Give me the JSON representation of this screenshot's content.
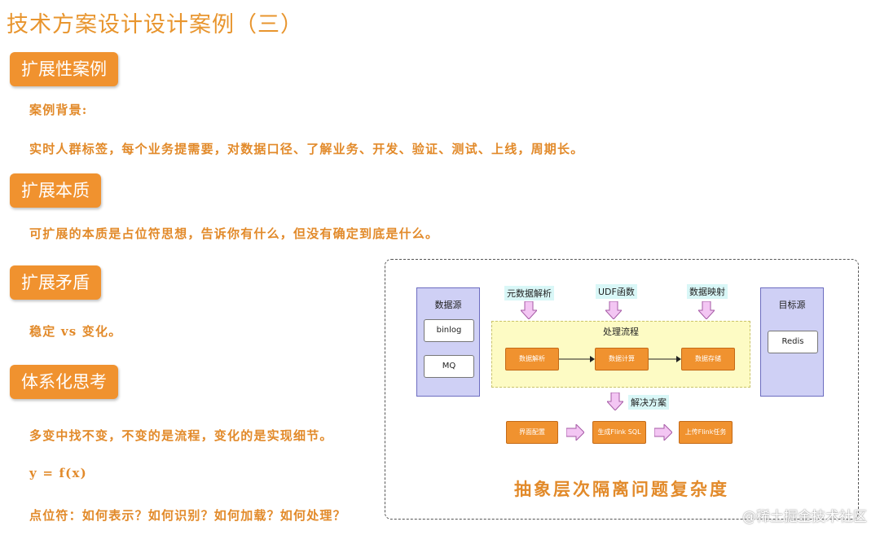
{
  "title": "技术方案设计设计案例（三）",
  "sections": {
    "scalability_case": {
      "label": "扩展性案例",
      "background_label": "案例背景:",
      "background_text": "实时人群标签，每个业务提需要，对数据口径、了解业务、开发、验证、测试、上线，周期长。"
    },
    "essence": {
      "label": "扩展本质",
      "text": "可扩展的本质是占位符思想，告诉你有什么，但没有确定到底是什么。"
    },
    "contradiction": {
      "label": "扩展矛盾",
      "text": "稳定 vs 变化。"
    },
    "systematic": {
      "label": "体系化思考",
      "line1": "多变中找不变，不变的是流程，变化的是实现细节。",
      "line2": "y = f(x)",
      "line3": "点位符：如何表示？如何识别？如何加载？如何处理？"
    }
  },
  "diagram": {
    "source": {
      "title": "数据源",
      "items": [
        "binlog",
        "MQ"
      ]
    },
    "target": {
      "title": "目标源",
      "items": [
        "Redis"
      ]
    },
    "top_labels": [
      "元数据解析",
      "UDF函数",
      "数据映射"
    ],
    "process": {
      "title": "处理流程",
      "steps": [
        "数据解析",
        "数据计算",
        "数据存储"
      ]
    },
    "solution_label": "解决方案",
    "solution_steps": [
      "界面配置",
      "生成Flink SQL",
      "上传Flink任务"
    ],
    "caption": "抽象层次隔离问题复杂度"
  },
  "watermark": "@稀土掘金技术社区",
  "colors": {
    "accent": "#f0922f",
    "text_orange": "#e28a2a",
    "column_fill": "#cfd0f5",
    "process_fill": "#fdfbc4",
    "arrow_fill": "#f3c6f3"
  }
}
